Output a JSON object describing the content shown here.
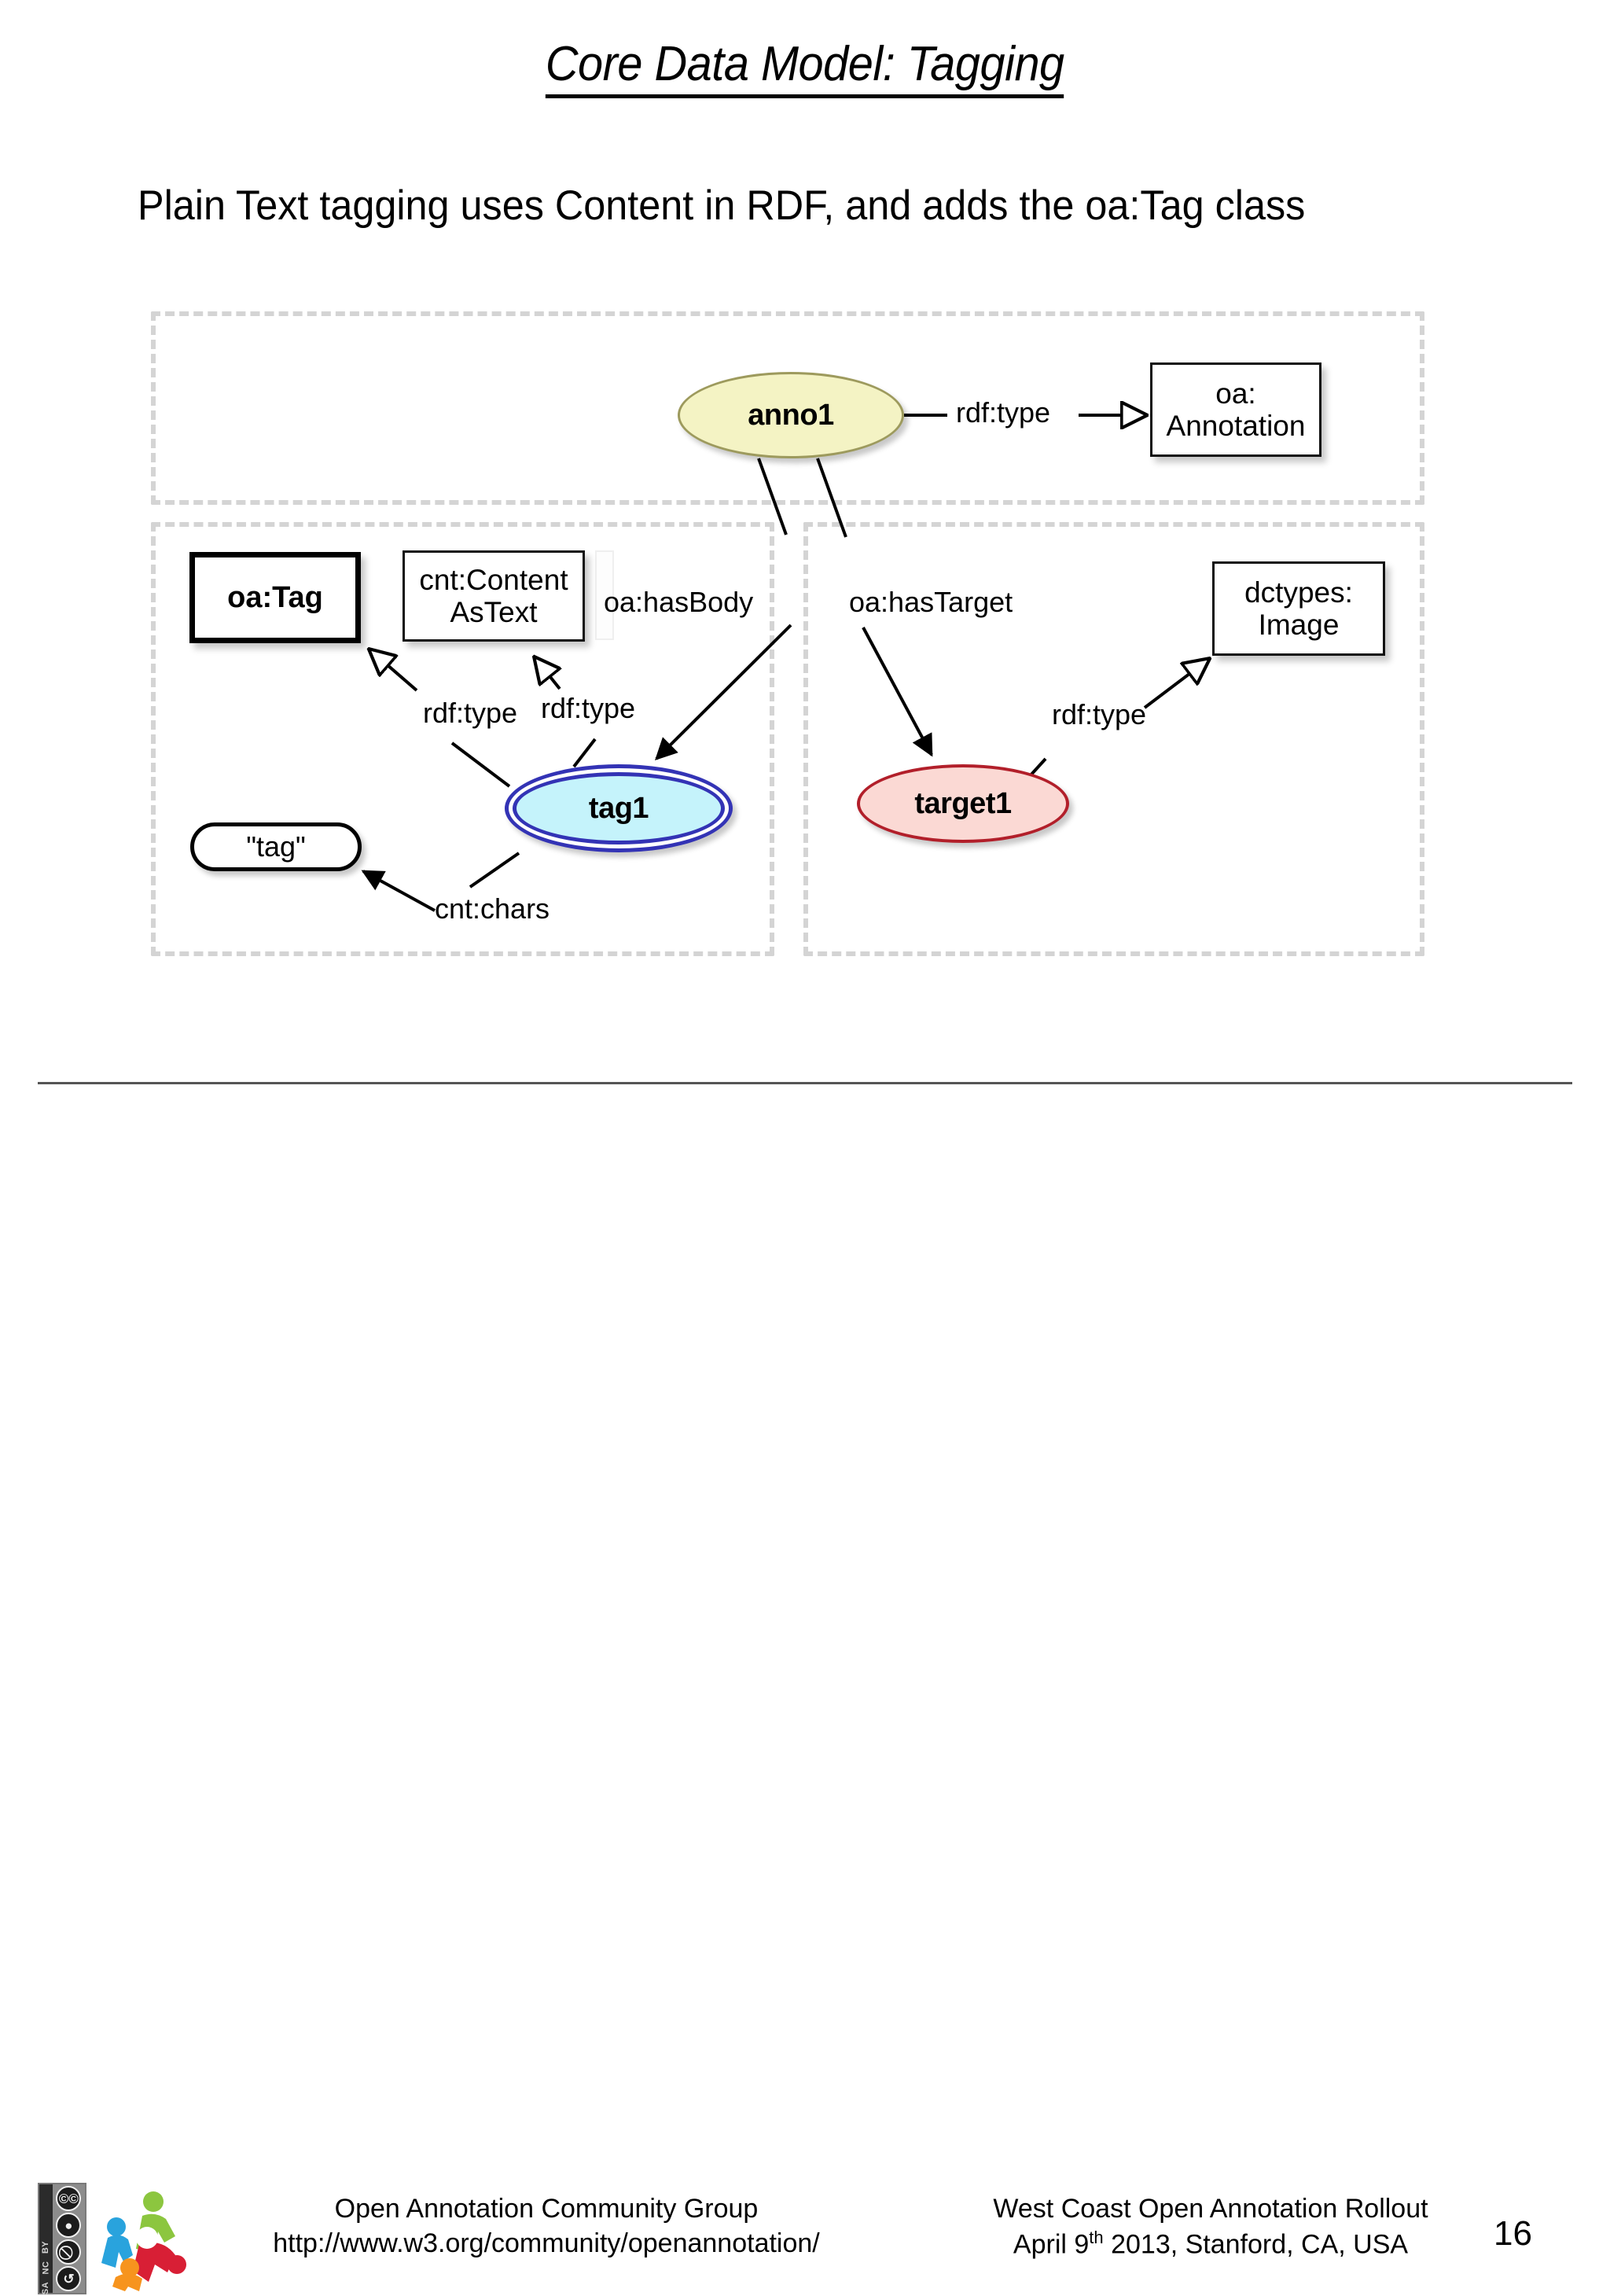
{
  "slide": {
    "title": "Core Data Model: Tagging",
    "subtitle": "Plain Text tagging uses Content in RDF, and adds the oa:Tag class",
    "page_number": "16"
  },
  "diagram": {
    "frames": [
      {
        "name": "annotation-frame",
        "style": "dashed"
      },
      {
        "name": "body-frame",
        "style": "dashed"
      },
      {
        "name": "target-frame",
        "style": "dashed"
      }
    ],
    "nodes": {
      "anno1": {
        "label": "anno1",
        "shape": "ellipse",
        "fill": "#f4f3c4",
        "stroke": "#9d9a5d"
      },
      "oa_annotation": {
        "line1": "oa:",
        "line2": "Annotation",
        "shape": "box",
        "fill": "#ffffff",
        "stroke": "#111111"
      },
      "oa_tag": {
        "label": "oa:Tag",
        "shape": "box",
        "fill": "#ffffff",
        "stroke": "#000000",
        "emphasis": "thick-border"
      },
      "cnt_content_as_text": {
        "line1": "cnt:Content",
        "line2": "AsText",
        "shape": "box",
        "fill": "#ffffff",
        "stroke": "#111111"
      },
      "tag1": {
        "label": "tag1",
        "shape": "double-ellipse",
        "fill": "#c5f3fb",
        "stroke": "#3333b5"
      },
      "literal_tag": {
        "label": "\"tag\"",
        "shape": "rounded-pill",
        "fill": "#ffffff",
        "stroke": "#000000"
      },
      "target1": {
        "label": "target1",
        "shape": "ellipse",
        "fill": "#fbd9d4",
        "stroke": "#b21f2a"
      },
      "dctypes_image": {
        "line1": "dctypes:",
        "line2": "Image",
        "shape": "box",
        "fill": "#ffffff",
        "stroke": "#111111"
      }
    },
    "edges": {
      "anno_rdftype": {
        "label": "rdf:type",
        "from": "anno1",
        "to": "oa_annotation",
        "arrow": "hollow-triangle"
      },
      "has_body": {
        "label": "oa:hasBody",
        "from": "anno1",
        "to": "tag1",
        "arrow": "solid"
      },
      "has_target": {
        "label": "oa:hasTarget",
        "from": "anno1",
        "to": "target1",
        "arrow": "solid"
      },
      "tag1_rdftype_oatag": {
        "label": "rdf:type",
        "from": "tag1",
        "to": "oa_tag",
        "arrow": "hollow-triangle"
      },
      "tag1_rdftype_cnt": {
        "label": "rdf:type",
        "from": "tag1",
        "to": "cnt_content_as_text",
        "arrow": "hollow-triangle"
      },
      "tag1_cntchars": {
        "label": "cnt:chars",
        "from": "tag1",
        "to": "literal_tag",
        "arrow": "solid"
      },
      "target1_rdftype": {
        "label": "rdf:type",
        "from": "target1",
        "to": "dctypes_image",
        "arrow": "hollow-triangle"
      }
    }
  },
  "footer": {
    "license_badge": {
      "name": "cc-by-nc-sa",
      "letters": [
        "BY",
        "NC",
        "SA"
      ],
      "icons": [
        "cc",
        "by",
        "nc",
        "sa"
      ]
    },
    "group_name": "Open Annotation Community Group",
    "group_url": "http://www.w3.org/community/openannotation/",
    "event_name": "West Coast Open Annotation Rollout",
    "event_date_prefix": "April 9",
    "event_date_sup": "th",
    "event_date_suffix": " 2013, Stanford, CA, USA"
  }
}
